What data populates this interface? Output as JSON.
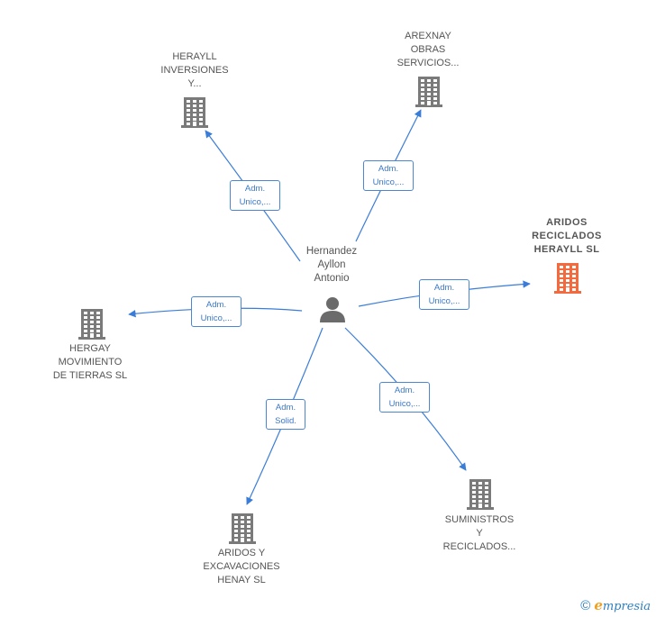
{
  "colors": {
    "edge": "#3a7dd8",
    "company": "#7a7a7a",
    "highlight": "#f26a3d",
    "person": "#6b6b6b"
  },
  "person": {
    "label": "Hernandez\nAyllon\nAntonio",
    "icon": "person-icon"
  },
  "companies": [
    {
      "id": "herayll-inversiones",
      "label": "HERAYLL\nINVERSIONES\nY...",
      "highlight": false
    },
    {
      "id": "arexnay",
      "label": "AREXNAY\nOBRAS\nSERVICIOS...",
      "highlight": false
    },
    {
      "id": "aridos-reciclados",
      "label": "ARIDOS\nRECICLADOS\nHERAYLL SL",
      "highlight": true
    },
    {
      "id": "hergay",
      "label": "HERGAY\nMOVIMIENTO\nDE TIERRAS SL",
      "highlight": false
    },
    {
      "id": "aridos-excavaciones",
      "label": "ARIDOS Y\nEXCAVACIONES\nHENAY SL",
      "highlight": false
    },
    {
      "id": "suministros",
      "label": "SUMINISTROS\nY\nRECICLADOS...",
      "highlight": false
    }
  ],
  "edges": [
    {
      "to": "herayll-inversiones",
      "label": "Adm.\nUnico,..."
    },
    {
      "to": "arexnay",
      "label": "Adm.\nUnico,..."
    },
    {
      "to": "aridos-reciclados",
      "label": "Adm.\nUnico,..."
    },
    {
      "to": "hergay",
      "label": "Adm.\nUnico,..."
    },
    {
      "to": "aridos-excavaciones",
      "label": "Adm.\nSolid."
    },
    {
      "to": "suministros",
      "label": "Adm.\nUnico,..."
    }
  ],
  "footer": {
    "copyright": "©",
    "brand_initial": "e",
    "brand_rest": "mpresia"
  }
}
